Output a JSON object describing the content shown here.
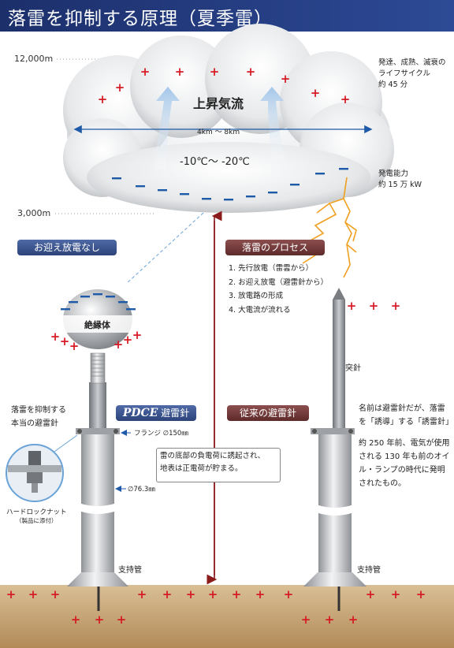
{
  "title": "落雷を抑制する原理（夏季雷）",
  "altitude_top": "12,000m",
  "altitude_bottom": "3,000m",
  "cloud": {
    "updraft": "上昇気流",
    "width_range": "4km ～ 8km",
    "temperature": "-10℃～ -20℃"
  },
  "lifecycle": [
    "発達、成熟、滅衰の",
    "ライフサイクル",
    "約 45 分"
  ],
  "power": [
    "発電能力",
    "約 15 万 kW"
  ],
  "label_no_upward": "お迎え放電なし",
  "label_process": "落雷のプロセス",
  "process_steps": [
    "1.  先行放電（雷雲から）",
    "2.  お迎え放電（避雷針から）",
    "3.  放電路の形成",
    "4.  大電流が流れる"
  ],
  "insulator": "絶縁体",
  "true_rod": [
    "落雷を抑制する",
    "本当の避雷針"
  ],
  "pdce": {
    "italic": "PDCE",
    "rest": "避雷針"
  },
  "flange": "フランジ ∅150㎜",
  "diameter": "∅76.3㎜",
  "hard_lock": "ハードロックナット",
  "hard_lock_sub": "（製品に添付）",
  "support_pipe": "支持管",
  "conventional": "従来の避雷針",
  "tip": "突針",
  "conv_desc": [
    "名前は避雷針だが、落雷",
    "を「誘導」する「誘雷針」",
    "",
    "約 250 年前、電気が使用",
    "される 130 年も前のオイ",
    "ル・ランプの時代に発明",
    "されたもの。"
  ],
  "callout": [
    "雷の底部の負電荷に誘起され、",
    "地表は正電荷が貯まる。"
  ],
  "colors": {
    "header": "#24397a",
    "blue_pill": "#3a5290",
    "red_pill": "#7a3c3c",
    "plus": "#d61b25",
    "minus": "#1e5aa8",
    "ground": "#c9a87a",
    "lightning": "#f0a020"
  }
}
